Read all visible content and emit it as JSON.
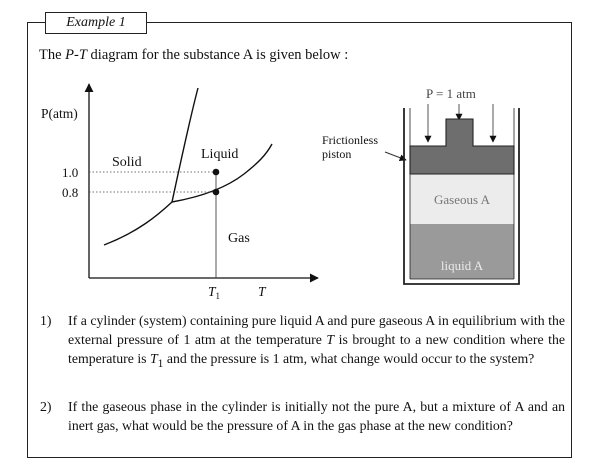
{
  "example_label": "Example 1",
  "intro": {
    "pre": "The ",
    "var": "P-T",
    "post": " diagram for the substance A is given below :"
  },
  "pt_diagram": {
    "y_axis_label": "P(atm)",
    "x_axis_label": "T",
    "y_tick_1": "1.0",
    "y_tick_2": "0.8",
    "x_tick_var": "T",
    "x_tick_sub": "1",
    "region_solid": "Solid",
    "region_liquid": "Liquid",
    "region_gas": "Gas"
  },
  "cylinder": {
    "pressure_label": "P = 1 atm",
    "piston_label_line1": "Frictionless",
    "piston_label_line2": "piston",
    "gas_label": "Gaseous A",
    "liquid_label": "liquid A",
    "colors": {
      "piston": "#6e6e6e",
      "gas": "#ececec",
      "liquid": "#9a9a9a"
    }
  },
  "questions": [
    {
      "number": "1)",
      "t1": "If a cylinder (system) containing pure liquid A and pure gaseous A in equilibrium with the external pressure of 1 atm at the temperature ",
      "v1": "T",
      "t2": " is brought to a new condition where the temperature is ",
      "v2": "T",
      "v2sub": "1",
      "t3": " and the pressure is 1 atm, what change would occur to the system?"
    },
    {
      "number": "2)",
      "text": "If the gaseous phase in the cylinder is initially not the pure A, but a mixture of A and an inert gas, what would be the pressure of A in the gas phase at the new condition?"
    }
  ]
}
